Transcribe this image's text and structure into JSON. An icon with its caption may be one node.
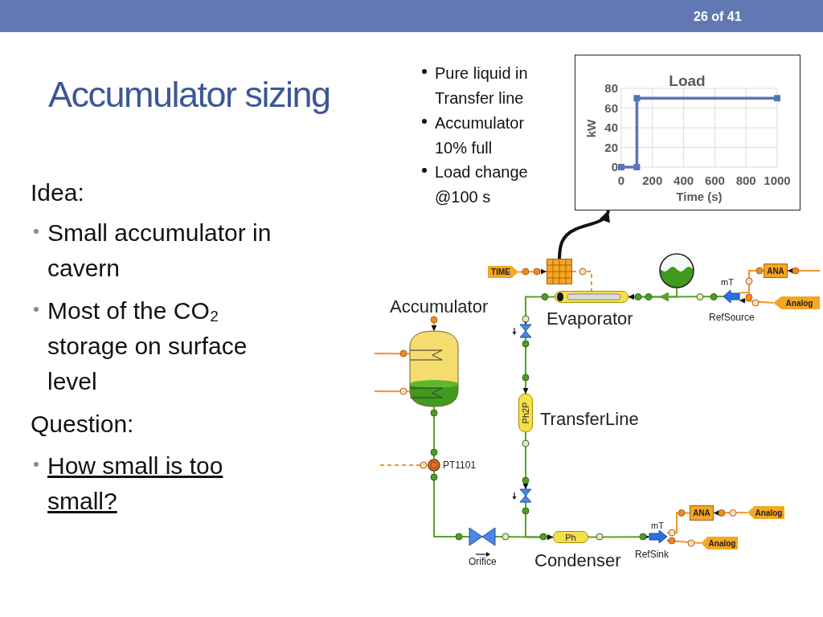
{
  "diagram": {
    "title": "Accumulator sizing",
    "nodes": [
      {
        "text": [
          "TIME"
        ]
      },
      {
        "text": [],
        "shape": "box"
      },
      {
        "text": [],
        "shape": "cylinder",
        "beside": [
          "Evaporator"
        ]
      },
      {
        "text": [],
        "shape": "circle"
      },
      {
        "text": [],
        "shape": "arrow",
        "beside": [
          "mT",
          "RefSource"
        ]
      },
      {
        "text": [
          "ANA"
        ]
      },
      {
        "text": [
          "Analog"
        ]
      },
      {
        "text": [],
        "shape": "cylinder",
        "beside": [
          "Accumulator"
        ]
      },
      {
        "text": [],
        "shape": "valve"
      },
      {
        "text": [
          "Ph2P"
        ],
        "beside": [
          "TransferLine"
        ]
      },
      {
        "text": [],
        "shape": "valve"
      },
      {
        "text": [],
        "shape": "circle",
        "beside": [
          "PT1101"
        ]
      },
      {
        "text": [],
        "shape": "valve",
        "beside": [
          "Orifice"
        ]
      },
      {
        "text": [
          "Ph"
        ],
        "beside": [
          "Condenser"
        ]
      },
      {
        "text": [],
        "shape": "arrow",
        "beside": [
          "mT",
          "RefSink"
        ]
      },
      {
        "text": [
          "ANA"
        ]
      },
      {
        "text": [
          "Analog"
        ]
      },
      {
        "text": [
          "Analog"
        ]
      },
      {
        "text": [],
        "shape": "box"
      }
    ],
    "edges": [
      {
        "from": 0,
        "to": 1,
        "arrow": "to"
      },
      {
        "from": 1,
        "to": 2,
        "arrow": "none",
        "style": "dashed"
      },
      {
        "from": 1,
        "to": 18,
        "arrow": "to",
        "style": "thick",
        "color": "#111111"
      },
      {
        "from": 4,
        "to": 2,
        "arrow": "to",
        "color": "#5aa02c"
      },
      {
        "from": 3,
        "to": 2,
        "arrow": "to",
        "color": "#5aa02c"
      },
      {
        "from": 5,
        "to": 4,
        "arrow": "none"
      },
      {
        "from": 6,
        "to": 4,
        "arrow": "to"
      },
      {
        "from": null,
        "to": 5,
        "arrow": "to"
      },
      {
        "from": 2,
        "to": 8,
        "arrow": "to",
        "color": "#5aa02c"
      },
      {
        "from": 8,
        "to": 9,
        "arrow": "to",
        "color": "#5aa02c"
      },
      {
        "from": 9,
        "to": 10,
        "arrow": "to",
        "color": "#5aa02c"
      },
      {
        "from": 10,
        "to": 13,
        "arrow": "to",
        "color": "#5aa02c"
      },
      {
        "from": null,
        "to": 7,
        "arrow": "to"
      },
      {
        "from": null,
        "to": 7,
        "arrow": "none"
      },
      {
        "from": null,
        "to": 7,
        "arrow": "none"
      },
      {
        "from": 7,
        "to": 11,
        "arrow": "none",
        "color": "#5aa02c"
      },
      {
        "from": 11,
        "to": null,
        "arrow": "none",
        "style": "dashed"
      },
      {
        "from": 11,
        "to": 12,
        "arrow": "none",
        "color": "#5aa02c"
      },
      {
        "from": 12,
        "to": 13,
        "arrow": "to",
        "color": "#5aa02c"
      },
      {
        "from": 13,
        "to": 14,
        "arrow": "to",
        "color": "#5aa02c"
      },
      {
        "from": 15,
        "to": 14,
        "arrow": "none"
      },
      {
        "from": 16,
        "to": 15,
        "arrow": "to"
      },
      {
        "from": 17,
        "to": 14,
        "arrow": "to"
      }
    ],
    "labels": [
      "26 of 41",
      "Pure liquid in Transfer line",
      "Accumulator 10% full",
      "Load change @100 s",
      "Idea:",
      "Small accumulator in cavern",
      "Most of the CO₂ storage on surface level",
      "Question:",
      "How small is too small?"
    ],
    "chart_data": {
      "type": "line",
      "title": "Load",
      "xlabel": "Time (s)",
      "ylabel": "kW",
      "x": [
        0,
        100,
        100,
        1000
      ],
      "series": [
        {
          "color": "#5b74b8",
          "marker": "square",
          "values": [
            0,
            0,
            70,
            70
          ]
        }
      ],
      "grid": true,
      "xlim": [
        0,
        1000
      ],
      "ylim": [
        0,
        80
      ],
      "xticks": [
        0,
        200,
        400,
        600,
        800,
        1000
      ],
      "yticks": [
        0,
        20,
        40,
        60,
        80
      ]
    }
  }
}
